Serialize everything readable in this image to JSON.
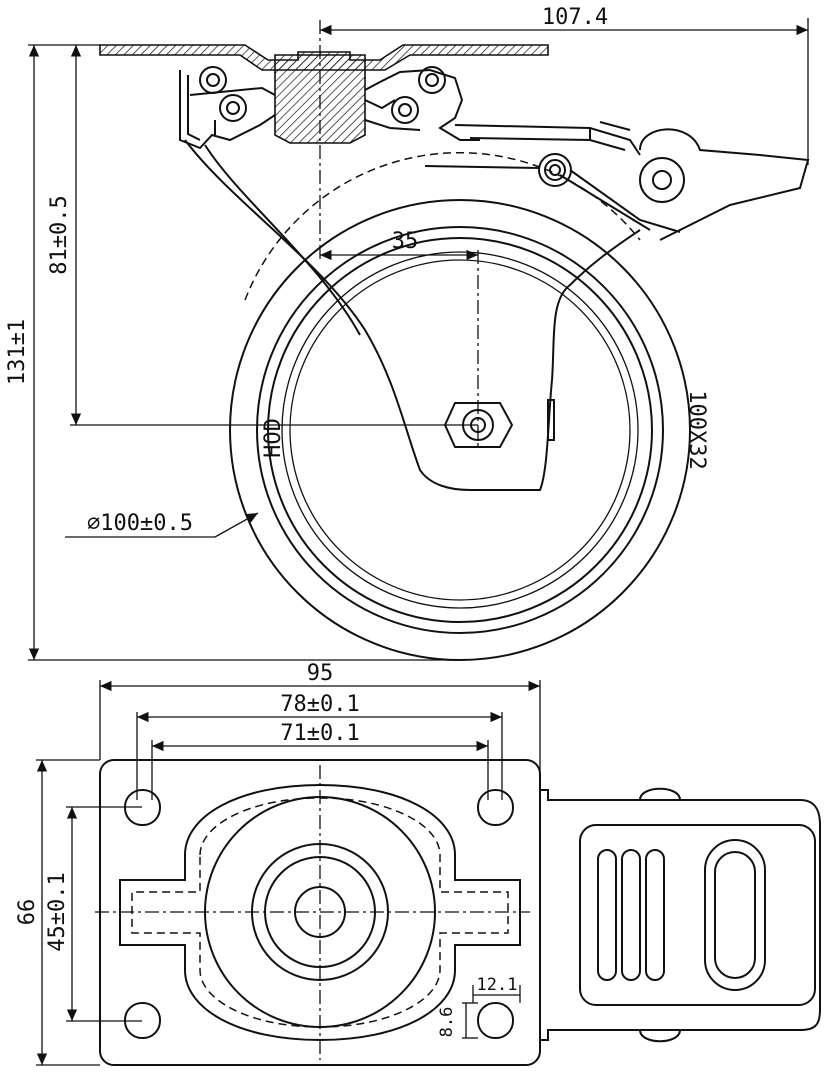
{
  "drawing": {
    "side_view": {
      "dim_overall_width": "107.4",
      "dim_axle_offset": "35",
      "dim_axle_height": "81±0.5",
      "dim_total_height": "131±1",
      "dim_wheel_diameter": "⌀100±0.5",
      "wheel_marking_brand": "HOD",
      "wheel_marking_size": "100X32"
    },
    "top_view": {
      "dim_plate_width": "95",
      "dim_hole_spacing_outer": "78±0.1",
      "dim_hole_spacing_inner": "71±0.1",
      "dim_plate_depth": "66",
      "dim_hole_spacing_depth": "45±0.1",
      "dim_slot_length": "12.1",
      "dim_slot_width": "8.6"
    }
  }
}
